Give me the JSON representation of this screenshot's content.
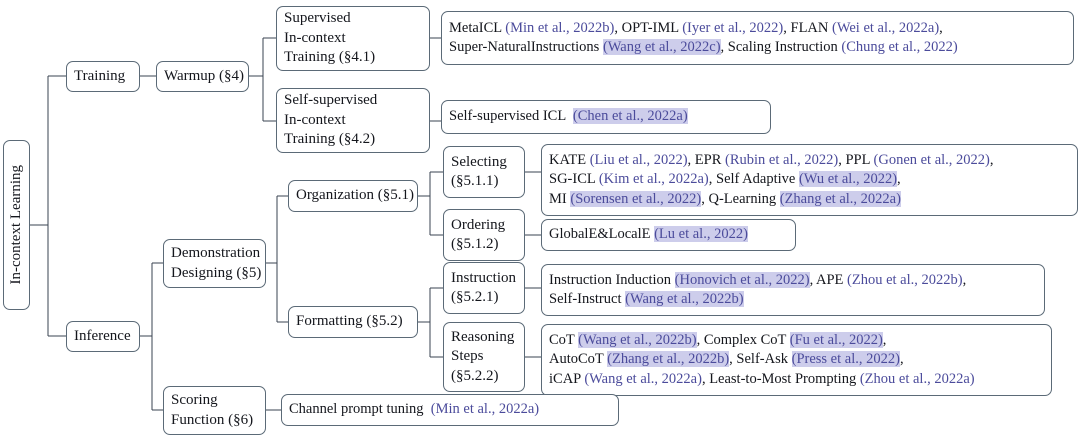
{
  "diagram": {
    "title": "In-context Learning taxonomy",
    "root": {
      "label": "In-context Learning"
    },
    "colors": {
      "box_border": "#5b6a77",
      "text": "#14161c",
      "citation": "#4b4b9b",
      "citation_highlight": "#cdcdeb",
      "connector": "#3a4350",
      "background": "#ffffff"
    },
    "branches": {
      "training": {
        "label": "Training"
      },
      "inference": {
        "label": "Inference"
      }
    },
    "categories": {
      "warmup": {
        "label": "Warmup (§4)"
      },
      "demonstration_designing": {
        "line1": "Demonstration",
        "line2": "Designing (§5)"
      },
      "scoring_function": {
        "line1": "Scoring",
        "line2": "Function (§6)"
      },
      "organization": {
        "label": "Organization (§5.1)"
      },
      "formatting": {
        "label": "Formatting (§5.2)"
      }
    },
    "subcategories": {
      "supervised_ict": {
        "line1": "Supervised",
        "line2": "In-context",
        "line3": "Training (§4.1)"
      },
      "self_supervised_ict": {
        "line1": "Self-supervised",
        "line2": "In-context",
        "line3": "Training (§4.2)"
      },
      "selecting": {
        "line1": "Selecting",
        "line2": "(§5.1.1)"
      },
      "ordering": {
        "line1": "Ordering",
        "line2": "(§5.1.2)"
      },
      "instruction": {
        "line1": "Instruction",
        "line2": "(§5.2.1)"
      },
      "reasoning_steps": {
        "line1": "Reasoning",
        "line2": "Steps",
        "line3": "(§5.2.2)"
      }
    },
    "leaves": {
      "supervised_ict_methods": {
        "line1": [
          {
            "t": "MetaICL ",
            "s": "plain"
          },
          {
            "t": "(Min et al., 2022b)",
            "s": "cit"
          },
          {
            "t": ", OPT-IML ",
            "s": "plain"
          },
          {
            "t": "(Iyer et al., 2022)",
            "s": "cit"
          },
          {
            "t": ", FLAN ",
            "s": "plain"
          },
          {
            "t": "(Wei et al., 2022a)",
            "s": "cit"
          },
          {
            "t": ",",
            "s": "plain"
          }
        ],
        "line2": [
          {
            "t": "Super-NaturalInstructions ",
            "s": "plain"
          },
          {
            "t": "(Wang et al., 2022c)",
            "s": "hl"
          },
          {
            "t": ", Scaling Instruction ",
            "s": "plain"
          },
          {
            "t": "(Chung et al., 2022)",
            "s": "cit"
          }
        ]
      },
      "self_supervised_ict_methods": {
        "line1": [
          {
            "t": "Self-supervised ICL  ",
            "s": "plain"
          },
          {
            "t": "(Chen et al., 2022a)",
            "s": "hl"
          }
        ]
      },
      "selecting_methods": {
        "line1": [
          {
            "t": "KATE ",
            "s": "plain"
          },
          {
            "t": "(Liu et al., 2022)",
            "s": "cit"
          },
          {
            "t": ", EPR ",
            "s": "plain"
          },
          {
            "t": "(Rubin et al., 2022)",
            "s": "cit"
          },
          {
            "t": ", PPL ",
            "s": "plain"
          },
          {
            "t": "(Gonen et al., 2022)",
            "s": "cit"
          },
          {
            "t": ",",
            "s": "plain"
          }
        ],
        "line2": [
          {
            "t": "SG-ICL ",
            "s": "plain"
          },
          {
            "t": "(Kim et al., 2022a)",
            "s": "cit"
          },
          {
            "t": ", Self Adaptive ",
            "s": "plain"
          },
          {
            "t": "(Wu et al., 2022)",
            "s": "hl"
          },
          {
            "t": ",",
            "s": "plain"
          }
        ],
        "line3": [
          {
            "t": "MI ",
            "s": "plain"
          },
          {
            "t": "(Sorensen et al., 2022)",
            "s": "hl"
          },
          {
            "t": ", Q-Learning ",
            "s": "plain"
          },
          {
            "t": "(Zhang et al., 2022a)",
            "s": "hl"
          }
        ]
      },
      "ordering_methods": {
        "line1": [
          {
            "t": "GlobalE&LocalE ",
            "s": "plain"
          },
          {
            "t": "(Lu et al., 2022)",
            "s": "hl"
          }
        ]
      },
      "instruction_methods": {
        "line1": [
          {
            "t": "Instruction Induction ",
            "s": "plain"
          },
          {
            "t": "(Honovich et al., 2022)",
            "s": "hl"
          },
          {
            "t": ", APE ",
            "s": "plain"
          },
          {
            "t": "(Zhou et al., 2022b)",
            "s": "cit"
          },
          {
            "t": ",",
            "s": "plain"
          }
        ],
        "line2": [
          {
            "t": "Self-Instruct ",
            "s": "plain"
          },
          {
            "t": "(Wang et al., 2022b)",
            "s": "hl"
          }
        ]
      },
      "reasoning_steps_methods": {
        "line1": [
          {
            "t": "CoT ",
            "s": "plain"
          },
          {
            "t": "(Wang et al., 2022b)",
            "s": "hl"
          },
          {
            "t": ", Complex CoT ",
            "s": "plain"
          },
          {
            "t": "(Fu et al., 2022)",
            "s": "hl"
          },
          {
            "t": ",",
            "s": "plain"
          }
        ],
        "line2": [
          {
            "t": "AutoCoT ",
            "s": "plain"
          },
          {
            "t": "(Zhang et al., 2022b)",
            "s": "hl"
          },
          {
            "t": ", Self-Ask ",
            "s": "plain"
          },
          {
            "t": "(Press et al., 2022)",
            "s": "hl"
          },
          {
            "t": ",",
            "s": "plain"
          }
        ],
        "line3": [
          {
            "t": "iCAP ",
            "s": "plain"
          },
          {
            "t": "(Wang et al., 2022a)",
            "s": "cit"
          },
          {
            "t": ", Least-to-Most Prompting ",
            "s": "plain"
          },
          {
            "t": "(Zhou et al., 2022a)",
            "s": "cit"
          }
        ]
      },
      "scoring_methods": {
        "line1": [
          {
            "t": "Channel prompt tuning  ",
            "s": "plain"
          },
          {
            "t": "(Min et al., 2022a)",
            "s": "cit"
          }
        ]
      }
    }
  }
}
